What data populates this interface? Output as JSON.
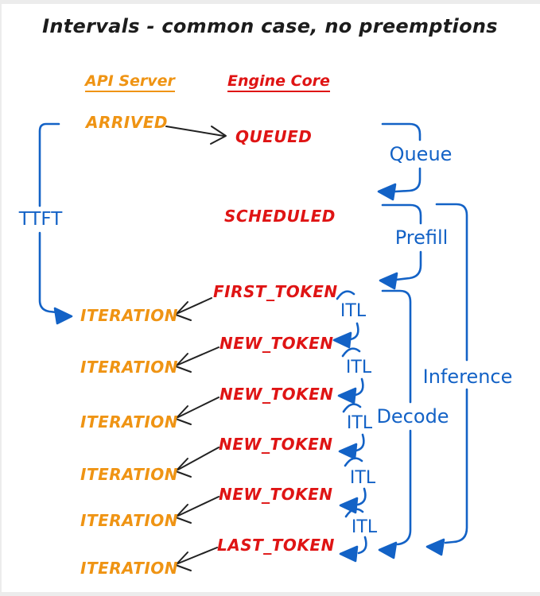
{
  "title": "Intervals - common case, no preemptions",
  "columns": {
    "api_server": "API Server",
    "engine_core": "Engine Core"
  },
  "events": {
    "arrived": "ARRIVED",
    "queued": "QUEUED",
    "scheduled": "SCHEDULED",
    "first_token": "FIRST_TOKEN",
    "new_token": "NEW_TOKEN",
    "last_token": "LAST_TOKEN",
    "iteration": "ITERATION"
  },
  "intervals": {
    "ttft": "TTFT",
    "queue": "Queue",
    "prefill": "Prefill",
    "decode": "Decode",
    "inference": "Inference",
    "itl": "ITL"
  },
  "colors": {
    "interval_blue": "#1362c6",
    "engine_core_red": "#df1414",
    "api_server_orange": "#ef9414",
    "arrow_black": "#222222"
  }
}
